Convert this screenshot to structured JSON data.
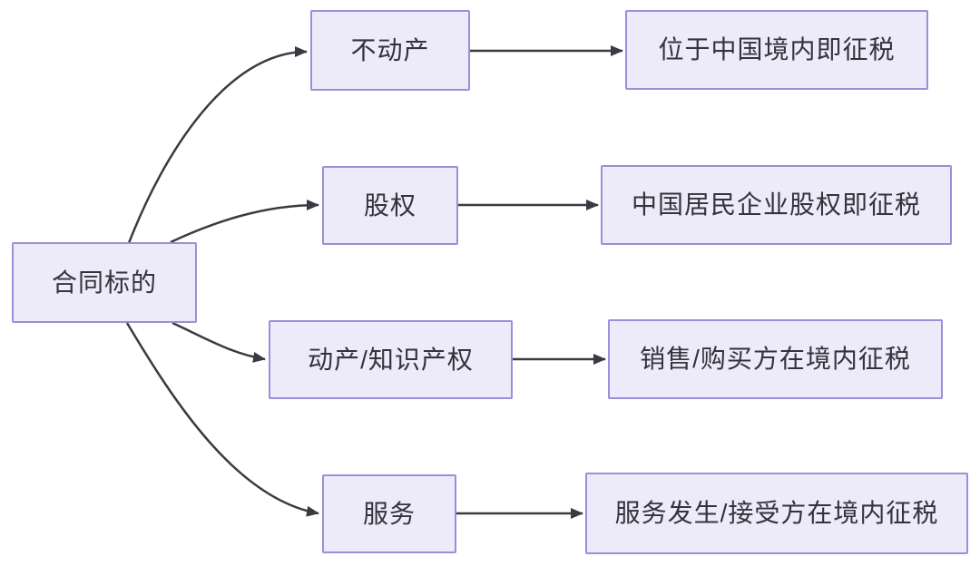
{
  "diagram": {
    "title_hint": "contract-subject-taxation-flowchart",
    "root": {
      "label": "合同标的"
    },
    "branches": [
      {
        "label": "不动产",
        "result": "位于中国境内即征税"
      },
      {
        "label": "股权",
        "result": "中国居民企业股权即征税"
      },
      {
        "label": "动产/知识产权",
        "result": "销售/购买方在境内征税"
      },
      {
        "label": "服务",
        "result": "服务发生/接受方在境内征税"
      }
    ],
    "colors": {
      "node_fill": "#EDEAFA",
      "node_border": "#9C8ED8",
      "text": "#34323B",
      "arrow": "#3A3A42",
      "background": "#FFFFFF"
    }
  }
}
